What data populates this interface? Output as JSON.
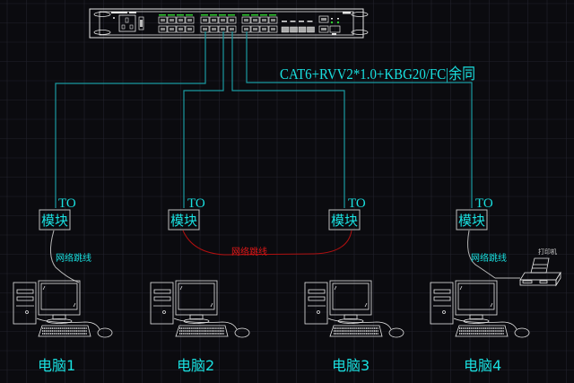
{
  "diagram": {
    "colors": {
      "background": "#0b0b0f",
      "grid": "#23232c",
      "cable": "#1a9aa0",
      "label": "#19e0e0",
      "device_outline": "#e6e6e6",
      "patch_cord_red": "#b01010",
      "patch_cord_red_text": "#e01818",
      "patch_cord_gray": "#b8b8b8",
      "port_led": "#2fd02f"
    },
    "switch": {
      "name": "network-switch"
    },
    "cable_spec": "CAT6+RVV2*1.0+KBG20/FC|余同",
    "outlets": [
      {
        "id": "outlet-1",
        "to_label": "TO",
        "module_label": "模块"
      },
      {
        "id": "outlet-2",
        "to_label": "TO",
        "module_label": "模块"
      },
      {
        "id": "outlet-3",
        "to_label": "TO",
        "module_label": "模块"
      },
      {
        "id": "outlet-4",
        "to_label": "TO",
        "module_label": "模块"
      }
    ],
    "patch_cords": [
      {
        "label": "网络跳线",
        "from": "outlet-1",
        "to": "computer-1"
      },
      {
        "label": "网络跳线",
        "from": "outlet-2",
        "to": "outlet-3"
      },
      {
        "label": "网络跳线",
        "from": "outlet-4",
        "to": "computer-4"
      }
    ],
    "computers": [
      {
        "label": "电脑1"
      },
      {
        "label": "电脑2"
      },
      {
        "label": "电脑3"
      },
      {
        "label": "电脑4"
      }
    ],
    "printer": {
      "label": "打印机"
    }
  }
}
